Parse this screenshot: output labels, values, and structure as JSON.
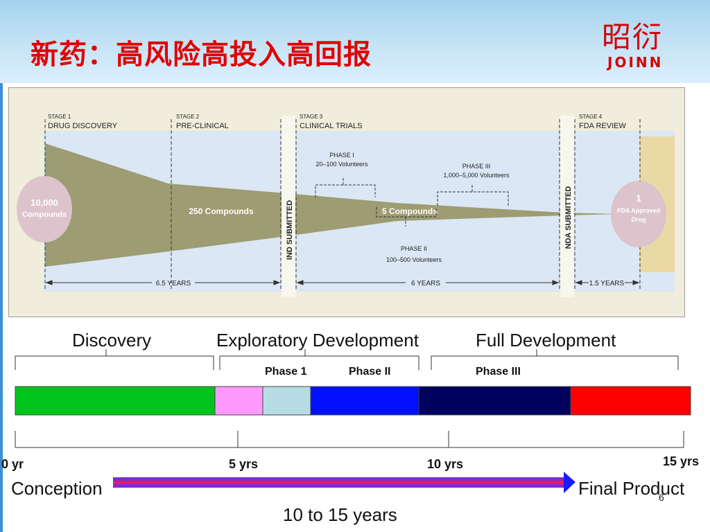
{
  "header": {
    "title": "新药：高风险高投入高回报",
    "logo_cn": "昭衍",
    "logo_en": "JOINN"
  },
  "pipeline": {
    "stages": [
      {
        "number": "STAGE 1",
        "name": "DRUG DISCOVERY"
      },
      {
        "number": "STAGE 2",
        "name": "PRE-CLINICAL"
      },
      {
        "number": "STAGE 3",
        "name": "CLINICAL TRIALS"
      },
      {
        "number": "STAGE 4",
        "name": "FDA REVIEW"
      }
    ],
    "start_compounds": {
      "count": "10,000",
      "label": "Compounds"
    },
    "preclinical_compounds": "250 Compounds",
    "clinical_compounds": "5 Compounds",
    "end": {
      "count": "1",
      "label1": "FDA Approved",
      "label2": "Drug"
    },
    "phase1": {
      "name": "PHASE I",
      "volunteers": "20–100 Volunteers"
    },
    "phase2": {
      "name": "PHASE II",
      "volunteers": "100–500 Volunteers"
    },
    "phase3": {
      "name": "PHASE III",
      "volunteers": "1,000–5,000 Volunteers"
    },
    "ind_submitted": "IND SUBMITTED",
    "nda_submitted": "NDA SUBMITTED",
    "durations": [
      "6.5 YEARS",
      "6 YEARS",
      "1.5 YEARS"
    ]
  },
  "timeline": {
    "groups": [
      "Discovery",
      "Exploratory Development",
      "Full Development"
    ],
    "phases": [
      "Phase 1",
      "Phase II",
      "Phase III"
    ],
    "segment_colors": [
      "#00c41e",
      "#ff99ff",
      "#b7dde4",
      "#0010ff",
      "#00005e",
      "#ff0000"
    ],
    "years": [
      "0 yr",
      "5 yrs",
      "10 yrs",
      "15 yrs"
    ],
    "start_label": "Conception",
    "end_label": "Final Product",
    "span_label": "10 to 15 years"
  },
  "page_number": "6"
}
